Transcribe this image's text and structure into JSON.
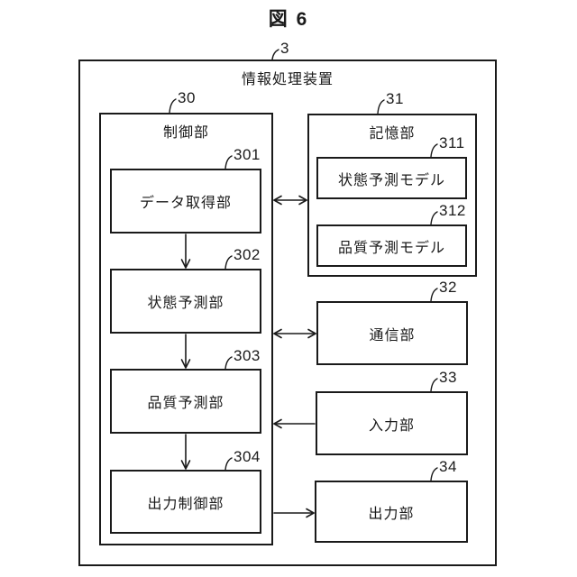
{
  "figure": {
    "title": "図 6"
  },
  "device": {
    "ref": "3",
    "label": "情報処理装置"
  },
  "controller": {
    "ref": "30",
    "label": "制御部",
    "children": [
      {
        "ref": "301",
        "label": "データ取得部"
      },
      {
        "ref": "302",
        "label": "状態予測部"
      },
      {
        "ref": "303",
        "label": "品質予測部"
      },
      {
        "ref": "304",
        "label": "出力制御部"
      }
    ]
  },
  "storage": {
    "ref": "31",
    "label": "記憶部",
    "children": [
      {
        "ref": "311",
        "label": "状態予測モデル"
      },
      {
        "ref": "312",
        "label": "品質予測モデル"
      }
    ]
  },
  "peripherals": [
    {
      "ref": "32",
      "label": "通信部"
    },
    {
      "ref": "33",
      "label": "入力部"
    },
    {
      "ref": "34",
      "label": "出力部"
    }
  ],
  "connections": [
    {
      "from": "controller",
      "to": "storage",
      "type": "bidirectional"
    },
    {
      "from": "controller",
      "to": "communication",
      "type": "bidirectional"
    },
    {
      "from": "input",
      "to": "controller",
      "type": "unidirectional"
    },
    {
      "from": "controller",
      "to": "output",
      "type": "unidirectional"
    },
    {
      "from": "data-acquisition",
      "to": "state-prediction",
      "type": "unidirectional"
    },
    {
      "from": "state-prediction",
      "to": "quality-prediction",
      "type": "unidirectional"
    },
    {
      "from": "quality-prediction",
      "to": "output-control",
      "type": "unidirectional"
    }
  ],
  "colors": {
    "line": "#1a1a1a",
    "background": "#ffffff",
    "text": "#1a1a1a"
  }
}
